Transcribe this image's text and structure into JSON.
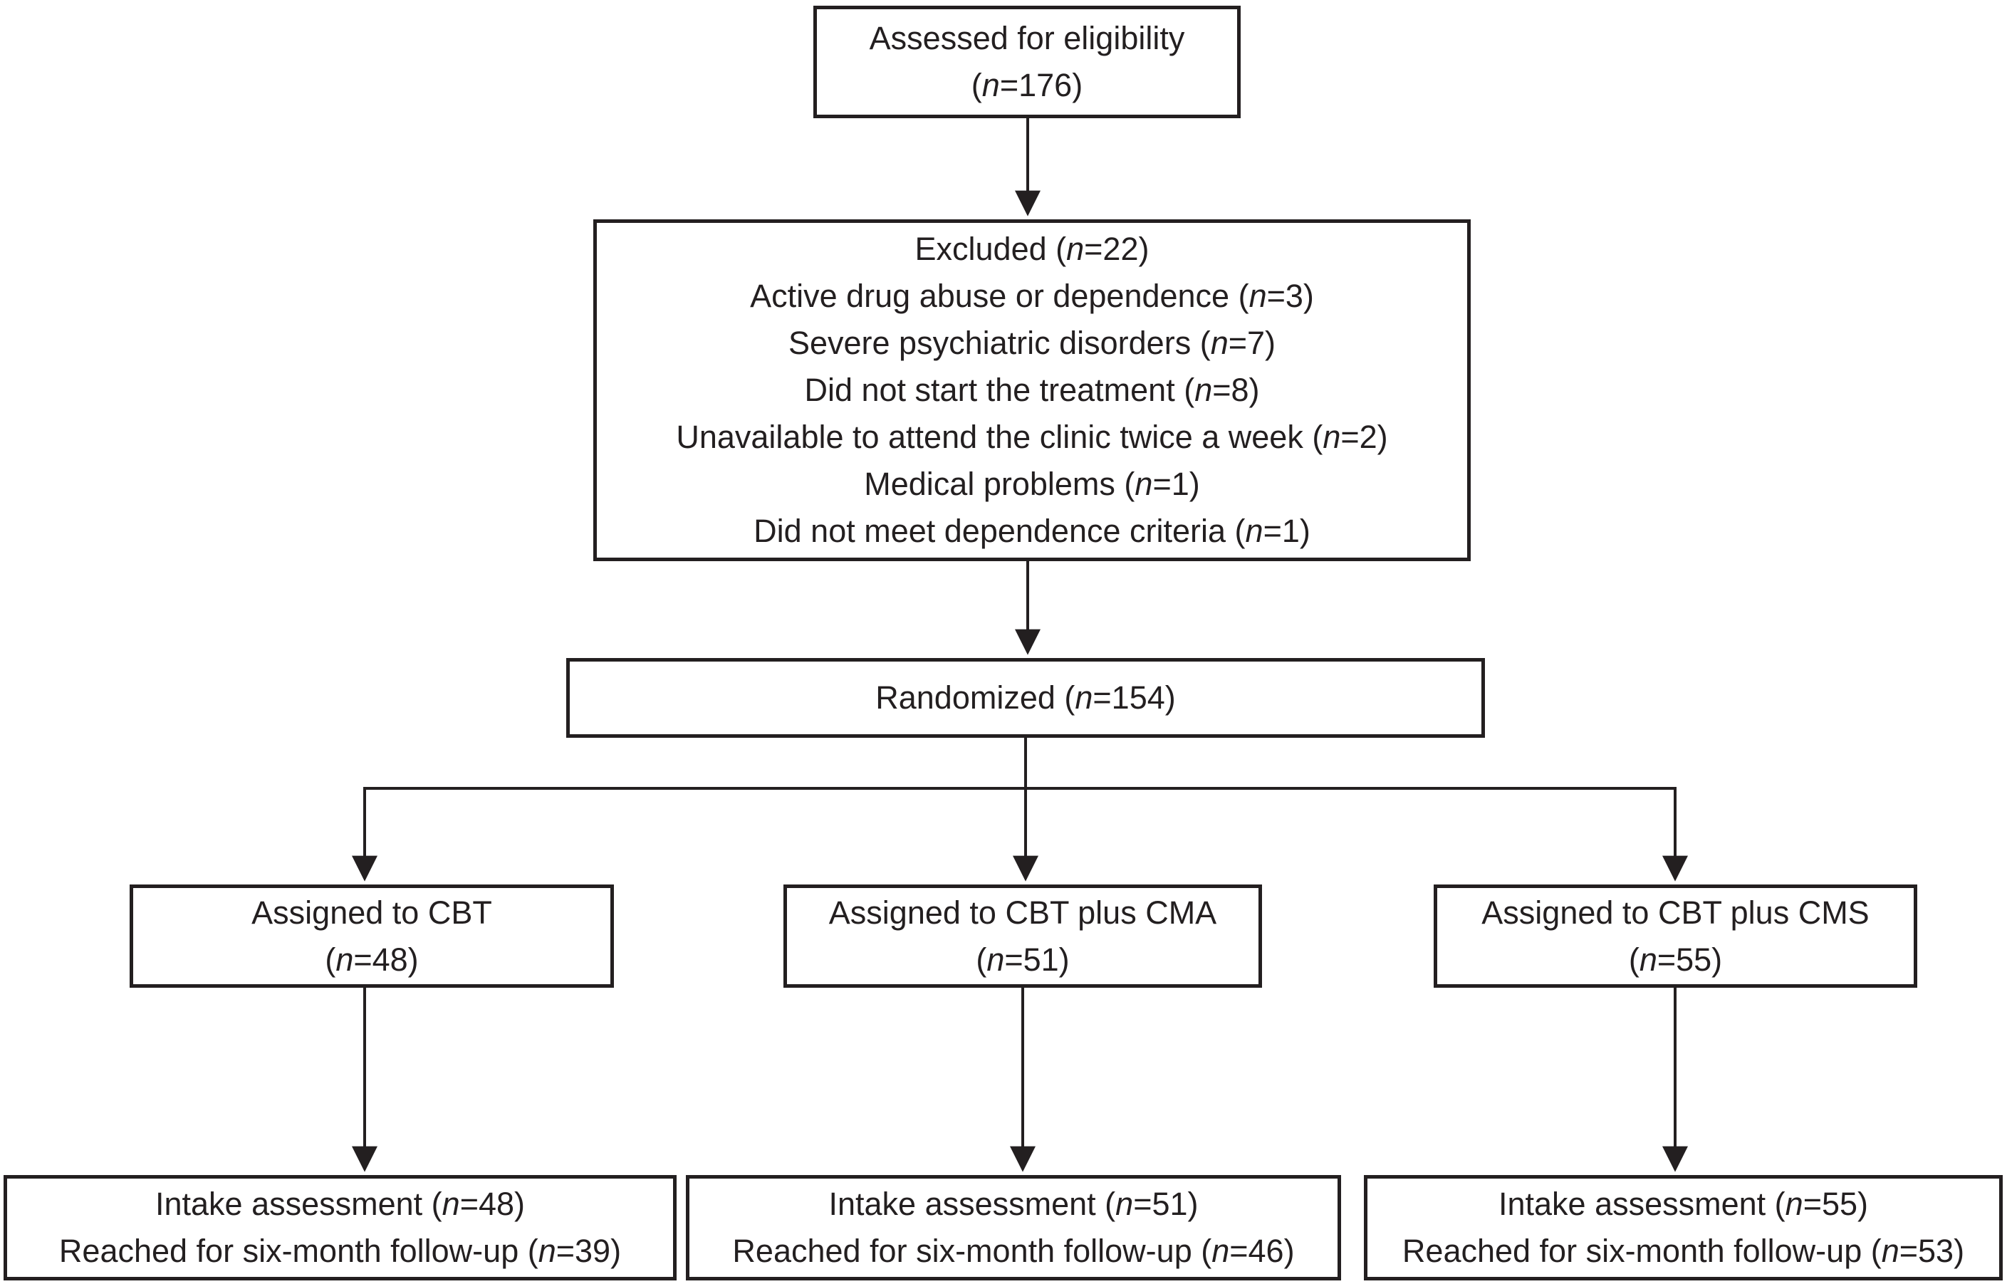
{
  "diagram": {
    "kind": "participant-flow-diagram",
    "colors": {
      "line": "#231f20",
      "box_fill": "#ffffff",
      "background": "#ffffff"
    },
    "boxes": {
      "assessed": {
        "lines": [
          "Assessed for eligibility",
          "(n=176)"
        ]
      },
      "excluded": {
        "lines": [
          "Excluded (n=22)",
          "Active drug abuse or dependence (n=3)",
          "Severe psychiatric disorders (n=7)",
          "Did not start the treatment (n=8)",
          "Unavailable to attend the clinic twice a week (n=2)",
          "Medical problems (n=1)",
          "Did not meet dependence criteria (n=1)"
        ]
      },
      "randomized": {
        "lines": [
          "Randomized (n=154)"
        ]
      },
      "assigned_cbt": {
        "lines": [
          "Assigned to CBT",
          "(n=48)"
        ]
      },
      "assigned_cbt_cma": {
        "lines": [
          "Assigned to CBT plus CMA",
          "(n=51)"
        ]
      },
      "assigned_cbt_cms": {
        "lines": [
          "Assigned to CBT plus CMS",
          "(n=55)"
        ]
      },
      "outcome_cbt": {
        "lines": [
          "Intake assessment (n=48)",
          "Reached for six-month follow-up (n=39)"
        ]
      },
      "outcome_cbt_cma": {
        "lines": [
          "Intake assessment (n=51)",
          "Reached for six-month follow-up (n=46)"
        ]
      },
      "outcome_cbt_cms": {
        "lines": [
          "Intake assessment (n=55)",
          "Reached for six-month follow-up (n=53)"
        ]
      }
    }
  }
}
